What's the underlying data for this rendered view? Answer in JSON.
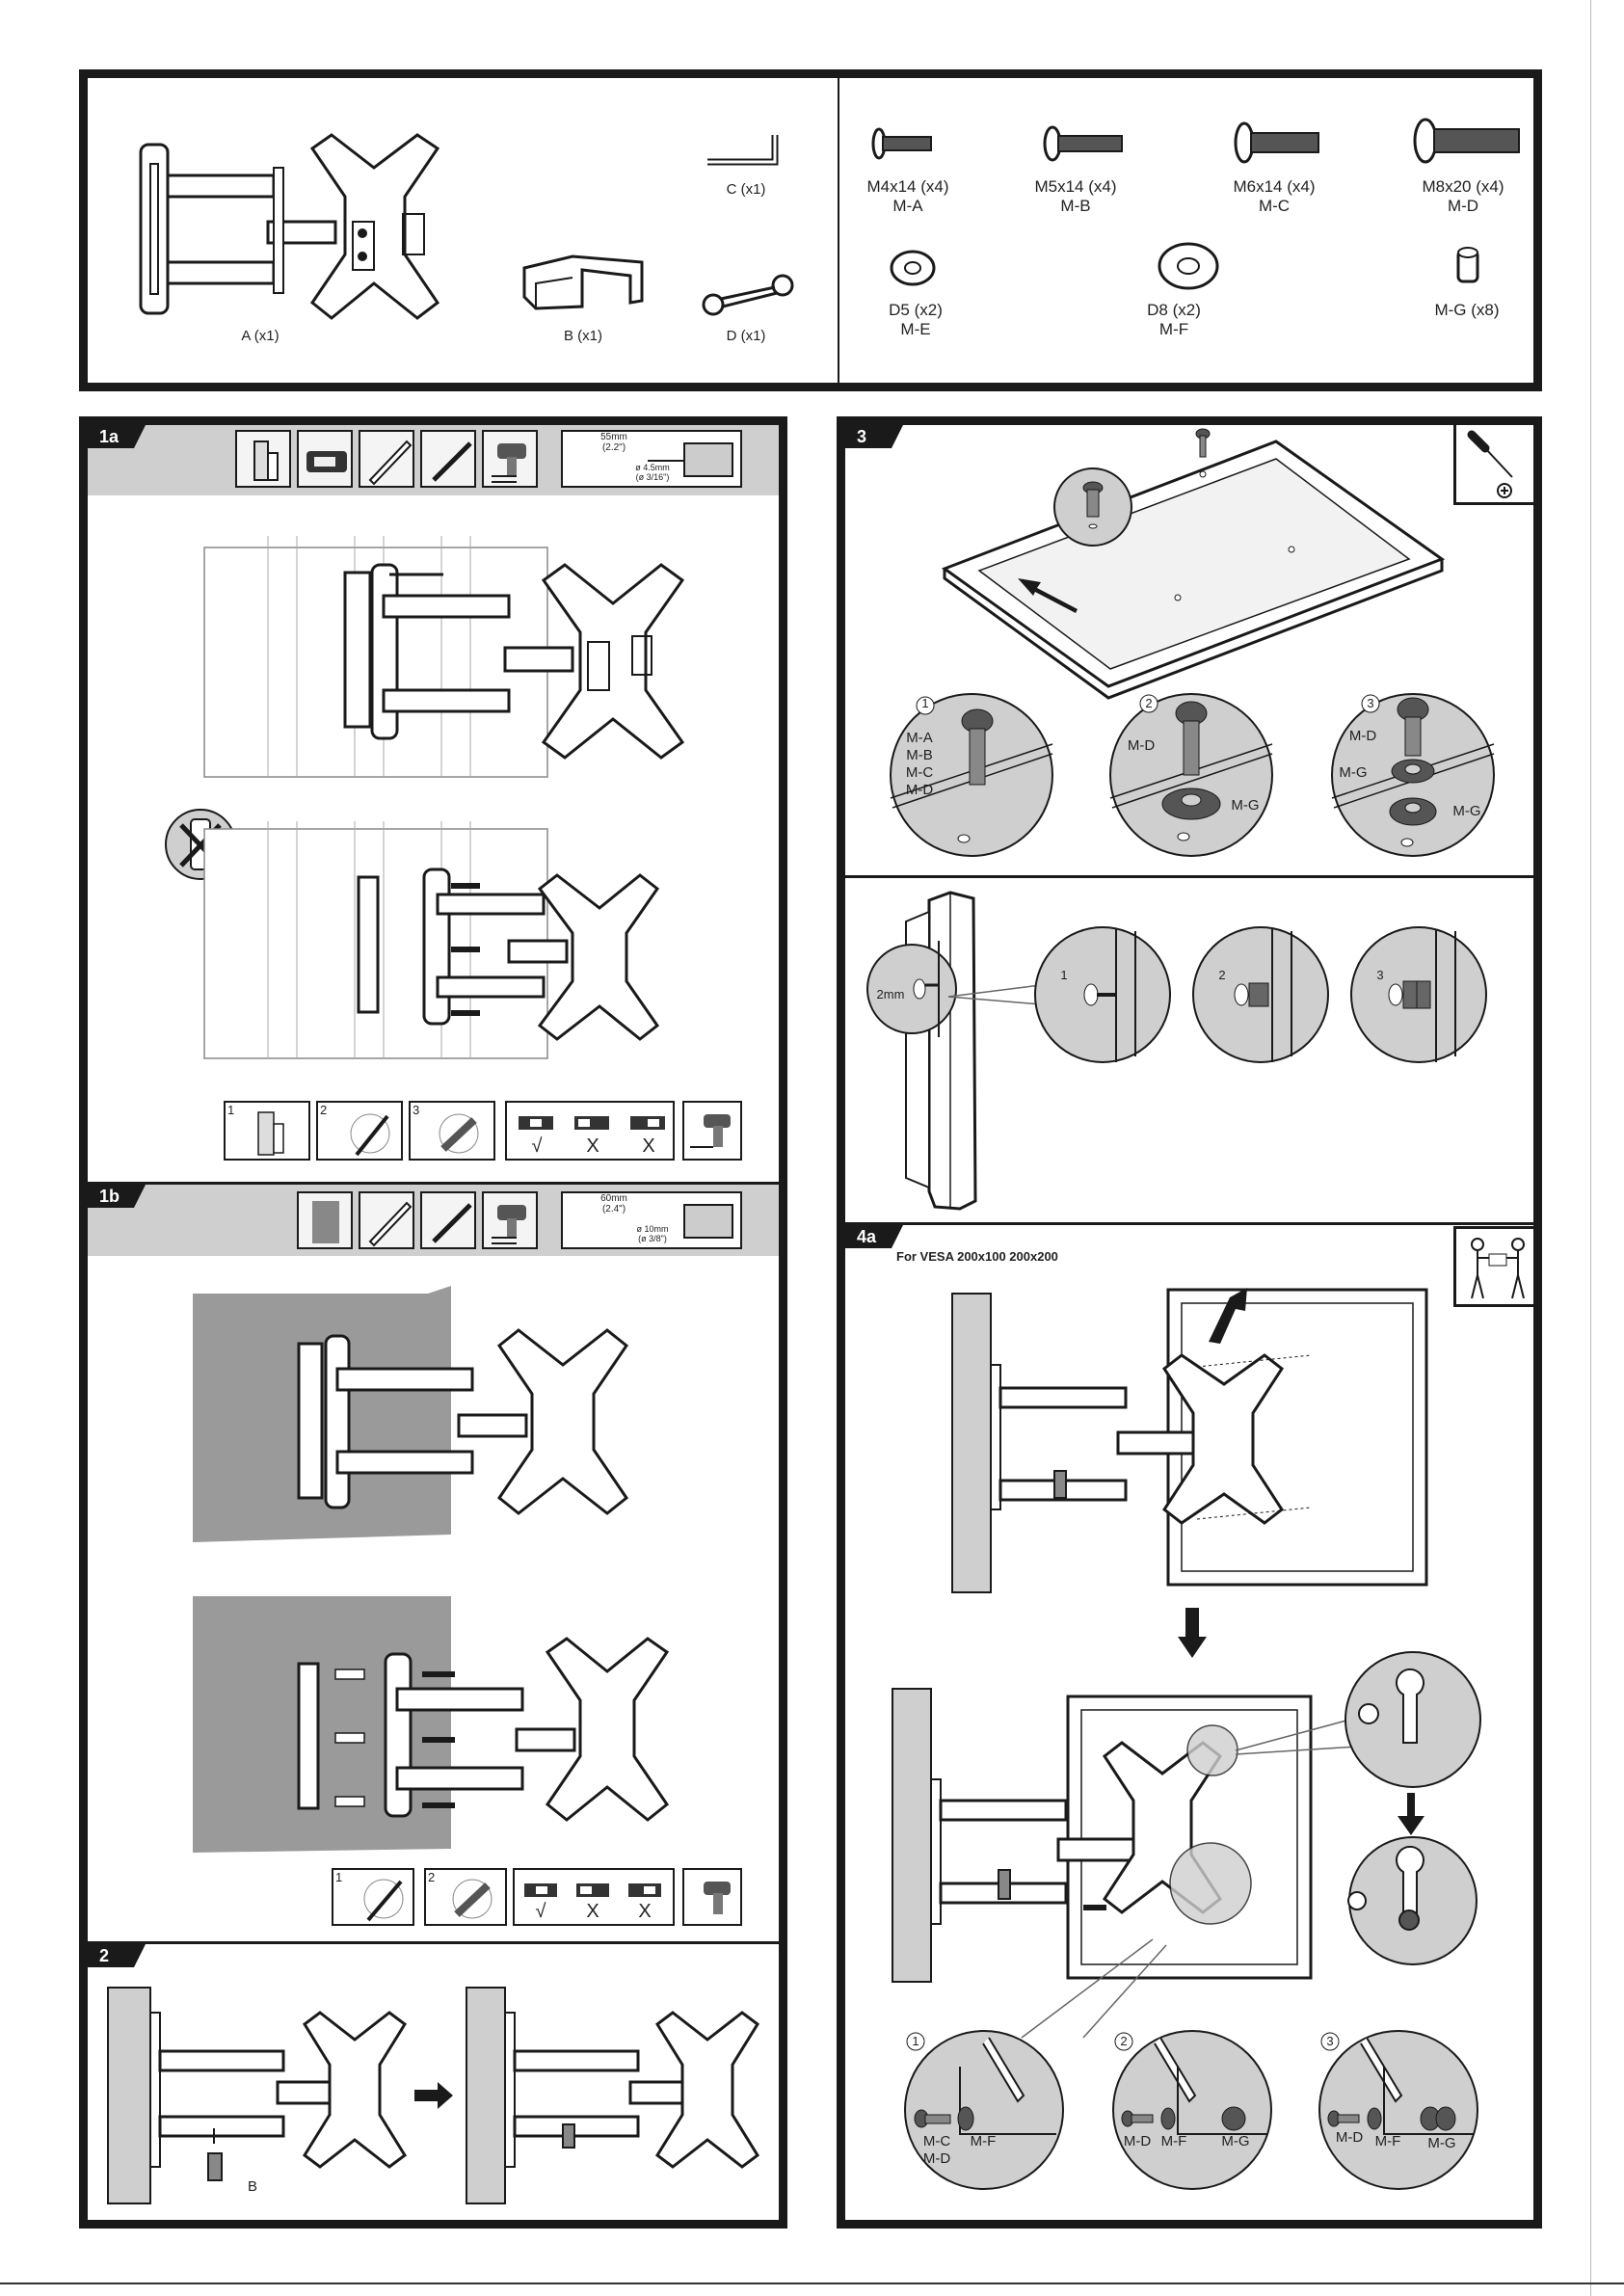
{
  "parts": {
    "A": "A (x1)",
    "B": "B (x1)",
    "C": "C (x1)",
    "D": "D (x1)"
  },
  "hardware": [
    {
      "size": "M4x14 (x4)",
      "code": "M-A"
    },
    {
      "size": "M5x14 (x4)",
      "code": "M-B"
    },
    {
      "size": "M6x14 (x4)",
      "code": "M-C"
    },
    {
      "size": "M8x20 (x4)",
      "code": "M-D"
    },
    {
      "size": "D5 (x2)",
      "code": "M-E"
    },
    {
      "size": "D8 (x2)",
      "code": "M-F"
    },
    {
      "size": "M-G (x8)",
      "code": ""
    }
  ],
  "steps": {
    "s1a": "1a",
    "s1b": "1b",
    "s2": "2",
    "s3": "3",
    "s4a": "4a"
  },
  "drill1a": {
    "depth": "55mm",
    "depth_in": "(2.2\")",
    "dia": "ø 4.5mm",
    "dia_in": "(ø 3/16\")"
  },
  "drill1b": {
    "depth": "60mm",
    "depth_in": "(2.4\")",
    "dia": "ø 10mm",
    "dia_in": "(ø 3/8\")"
  },
  "substeps": {
    "n1": "1",
    "n2": "2",
    "n3": "3",
    "check": "√",
    "cross": "X"
  },
  "step2": {
    "part": "B"
  },
  "step3": {
    "c1": "1",
    "c2": "2",
    "c3": "3",
    "c1_labels": [
      "M-A",
      "M-B",
      "M-C",
      "M-D"
    ],
    "c2_top": "M-D",
    "c2_bottom": "M-G",
    "c3_top": "M-D",
    "c3_mid": "M-G",
    "c3_bottom": "M-G",
    "gap": "2mm"
  },
  "step4a": {
    "title": "For VESA 200x100 200x200",
    "c1": "1",
    "c2": "2",
    "c3": "3",
    "c1_a": "M-C",
    "c1_b": "M-D",
    "c1_c": "M-F",
    "c2_a": "M-D",
    "c2_b": "M-F",
    "c2_c": "M-G",
    "c3_a": "M-D",
    "c3_b": "M-F",
    "c3_c": "M-G"
  },
  "colors": {
    "ink": "#1a1a1a",
    "band": "#cfcfcf",
    "wall": "#9a9a9a"
  }
}
